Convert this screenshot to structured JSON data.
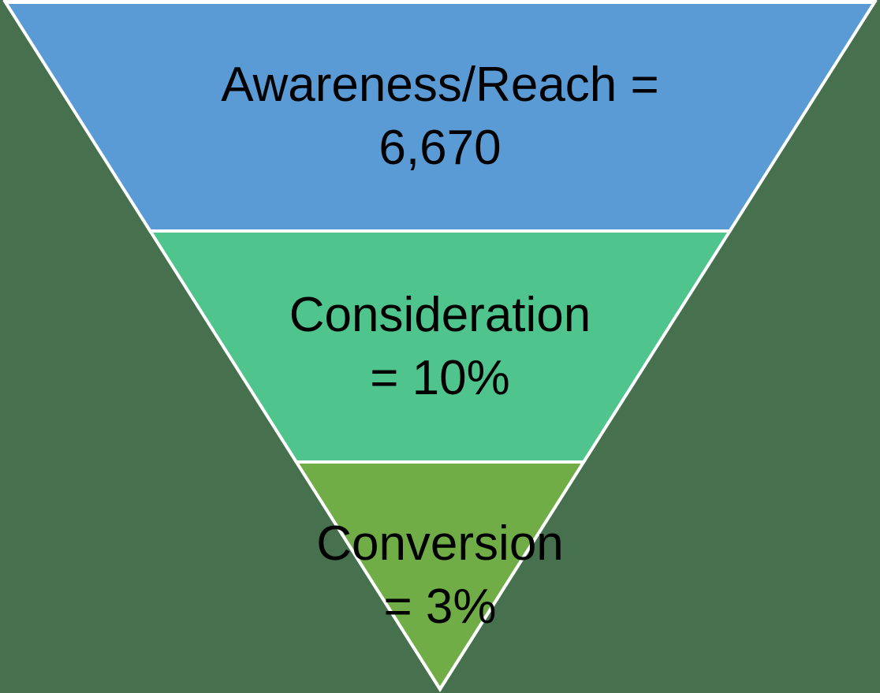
{
  "diagram": {
    "kind": "inverted-funnel",
    "segments": [
      {
        "name": "Awareness/Reach",
        "line1": "Awareness/Reach =",
        "line2": "6,670",
        "value": "6,670",
        "color": "#5B9BD5"
      },
      {
        "name": "Consideration",
        "line1": "Consideration",
        "line2": "= 10%",
        "value": "10%",
        "color": "#4FC48D"
      },
      {
        "name": "Conversion",
        "line1": "Conversion",
        "line2": "= 3%",
        "value": "3%",
        "color": "#70AD47"
      }
    ]
  },
  "chart_data": {
    "type": "funnel",
    "categories": [
      "Awareness/Reach",
      "Consideration",
      "Conversion"
    ],
    "values": [
      "6,670",
      "10%",
      "3%"
    ],
    "labels": [
      "Awareness/Reach = 6,670",
      "Consideration = 10%",
      "Conversion = 3%"
    ],
    "orientation": "inverted-pyramid"
  },
  "colors": {
    "background": "#47714E",
    "outline": "#FFFFFF",
    "text": "#000000"
  }
}
